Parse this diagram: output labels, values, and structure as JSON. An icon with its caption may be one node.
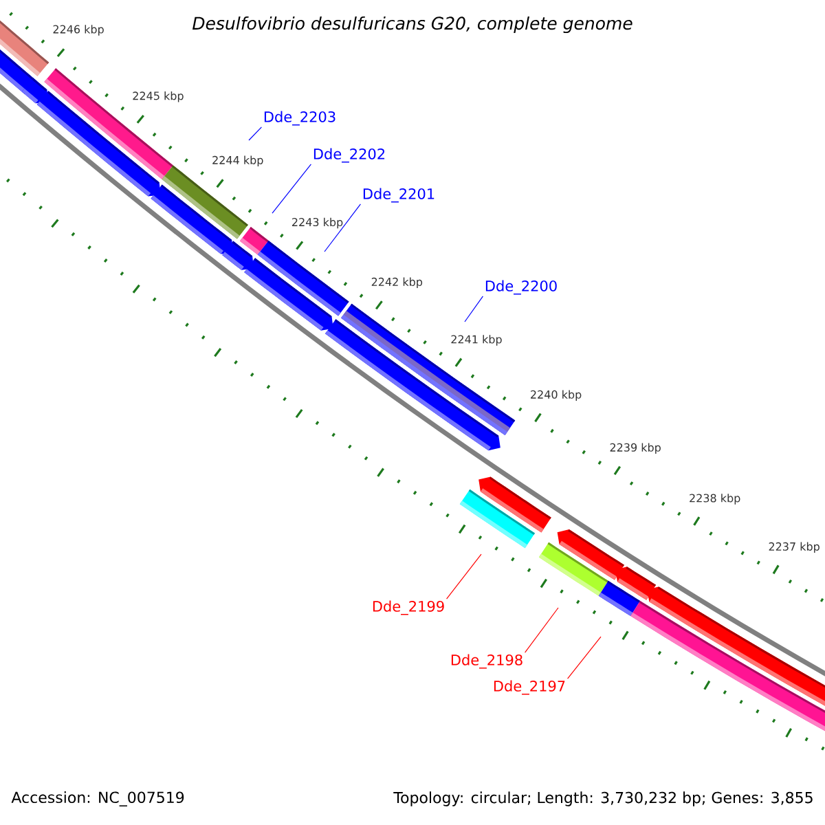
{
  "diagram": {
    "title": "Desulfovibrio desulfuricans G20, complete genome",
    "nodes": [
      {
        "text": [
          "Dde_2203"
        ]
      },
      {
        "text": [
          "Dde_2202"
        ]
      },
      {
        "text": [
          "Dde_2201"
        ]
      },
      {
        "text": [
          "Dde_2200"
        ]
      },
      {
        "text": [
          "Dde_2199"
        ]
      },
      {
        "text": [
          "Dde_2198"
        ]
      },
      {
        "text": [
          "Dde_2197"
        ]
      }
    ],
    "edges": [
      {
        "from": 0,
        "to": null,
        "arrow": "none"
      },
      {
        "from": 1,
        "to": null,
        "arrow": "none"
      },
      {
        "from": 2,
        "to": null,
        "arrow": "none"
      },
      {
        "from": 3,
        "to": null,
        "arrow": "none"
      },
      {
        "from": 4,
        "to": null,
        "arrow": "none",
        "color": "#ff0000"
      },
      {
        "from": 5,
        "to": null,
        "arrow": "none",
        "color": "#ff0000"
      },
      {
        "from": 6,
        "to": null,
        "arrow": "none",
        "color": "#ff0000"
      }
    ],
    "labels": [
      "2246 kbp",
      "2245 kbp",
      "2244 kbp",
      "2243 kbp",
      "2242 kbp",
      "2241 kbp",
      "2240 kbp",
      "2239 kbp",
      "2238 kbp",
      "2237 kbp",
      "Accession: NC_007519",
      "Topology: circular; Length: 3,730,232 bp; Genes: 3,855"
    ]
  }
}
